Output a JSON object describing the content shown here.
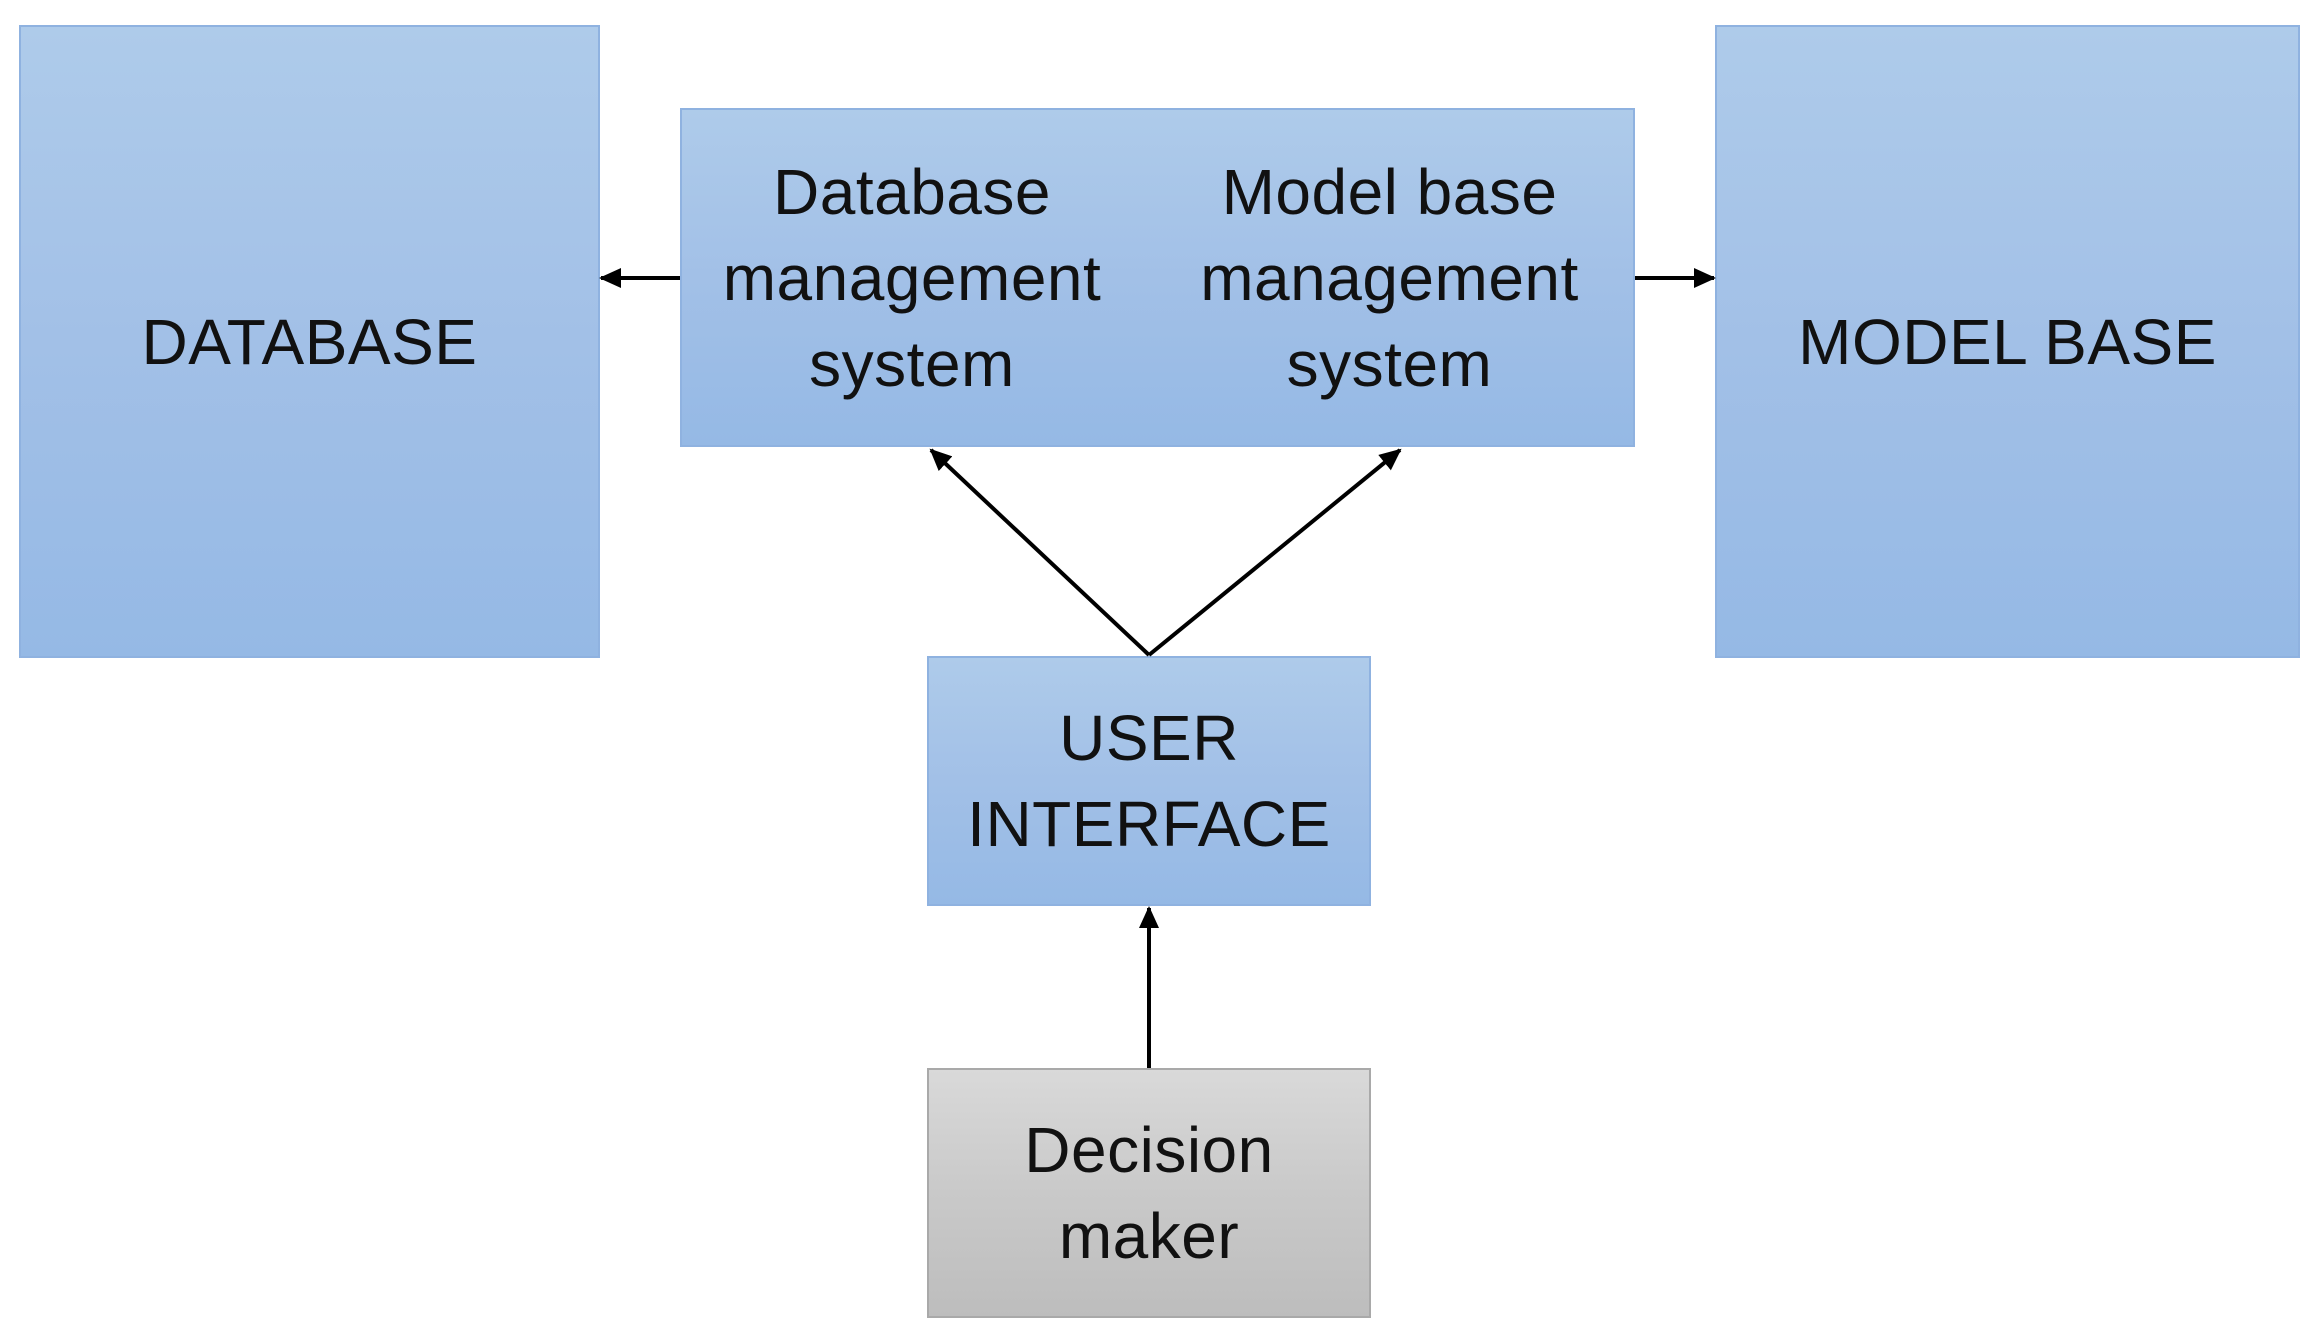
{
  "nodes": {
    "database": {
      "label": "DATABASE"
    },
    "dbms": {
      "label": "Database\nmanagement\nsystem"
    },
    "mbms": {
      "label": "Model base\nmanagement\nsystem"
    },
    "model_base": {
      "label": "MODEL BASE"
    },
    "user_interface": {
      "label": "USER\nINTERFACE"
    },
    "decision_maker": {
      "label": "Decision\nmaker"
    }
  },
  "edges": [
    {
      "from": "dbms",
      "to": "database"
    },
    {
      "from": "mbms",
      "to": "model_base"
    },
    {
      "from": "user_interface",
      "to": "dbms"
    },
    {
      "from": "user_interface",
      "to": "mbms"
    },
    {
      "from": "decision_maker",
      "to": "user_interface"
    }
  ],
  "colors": {
    "box_blue": "#a2c0e7",
    "box_blue_border": "#8fb2e0",
    "box_grey": "#c9c9c9",
    "arrow": "#000000"
  }
}
